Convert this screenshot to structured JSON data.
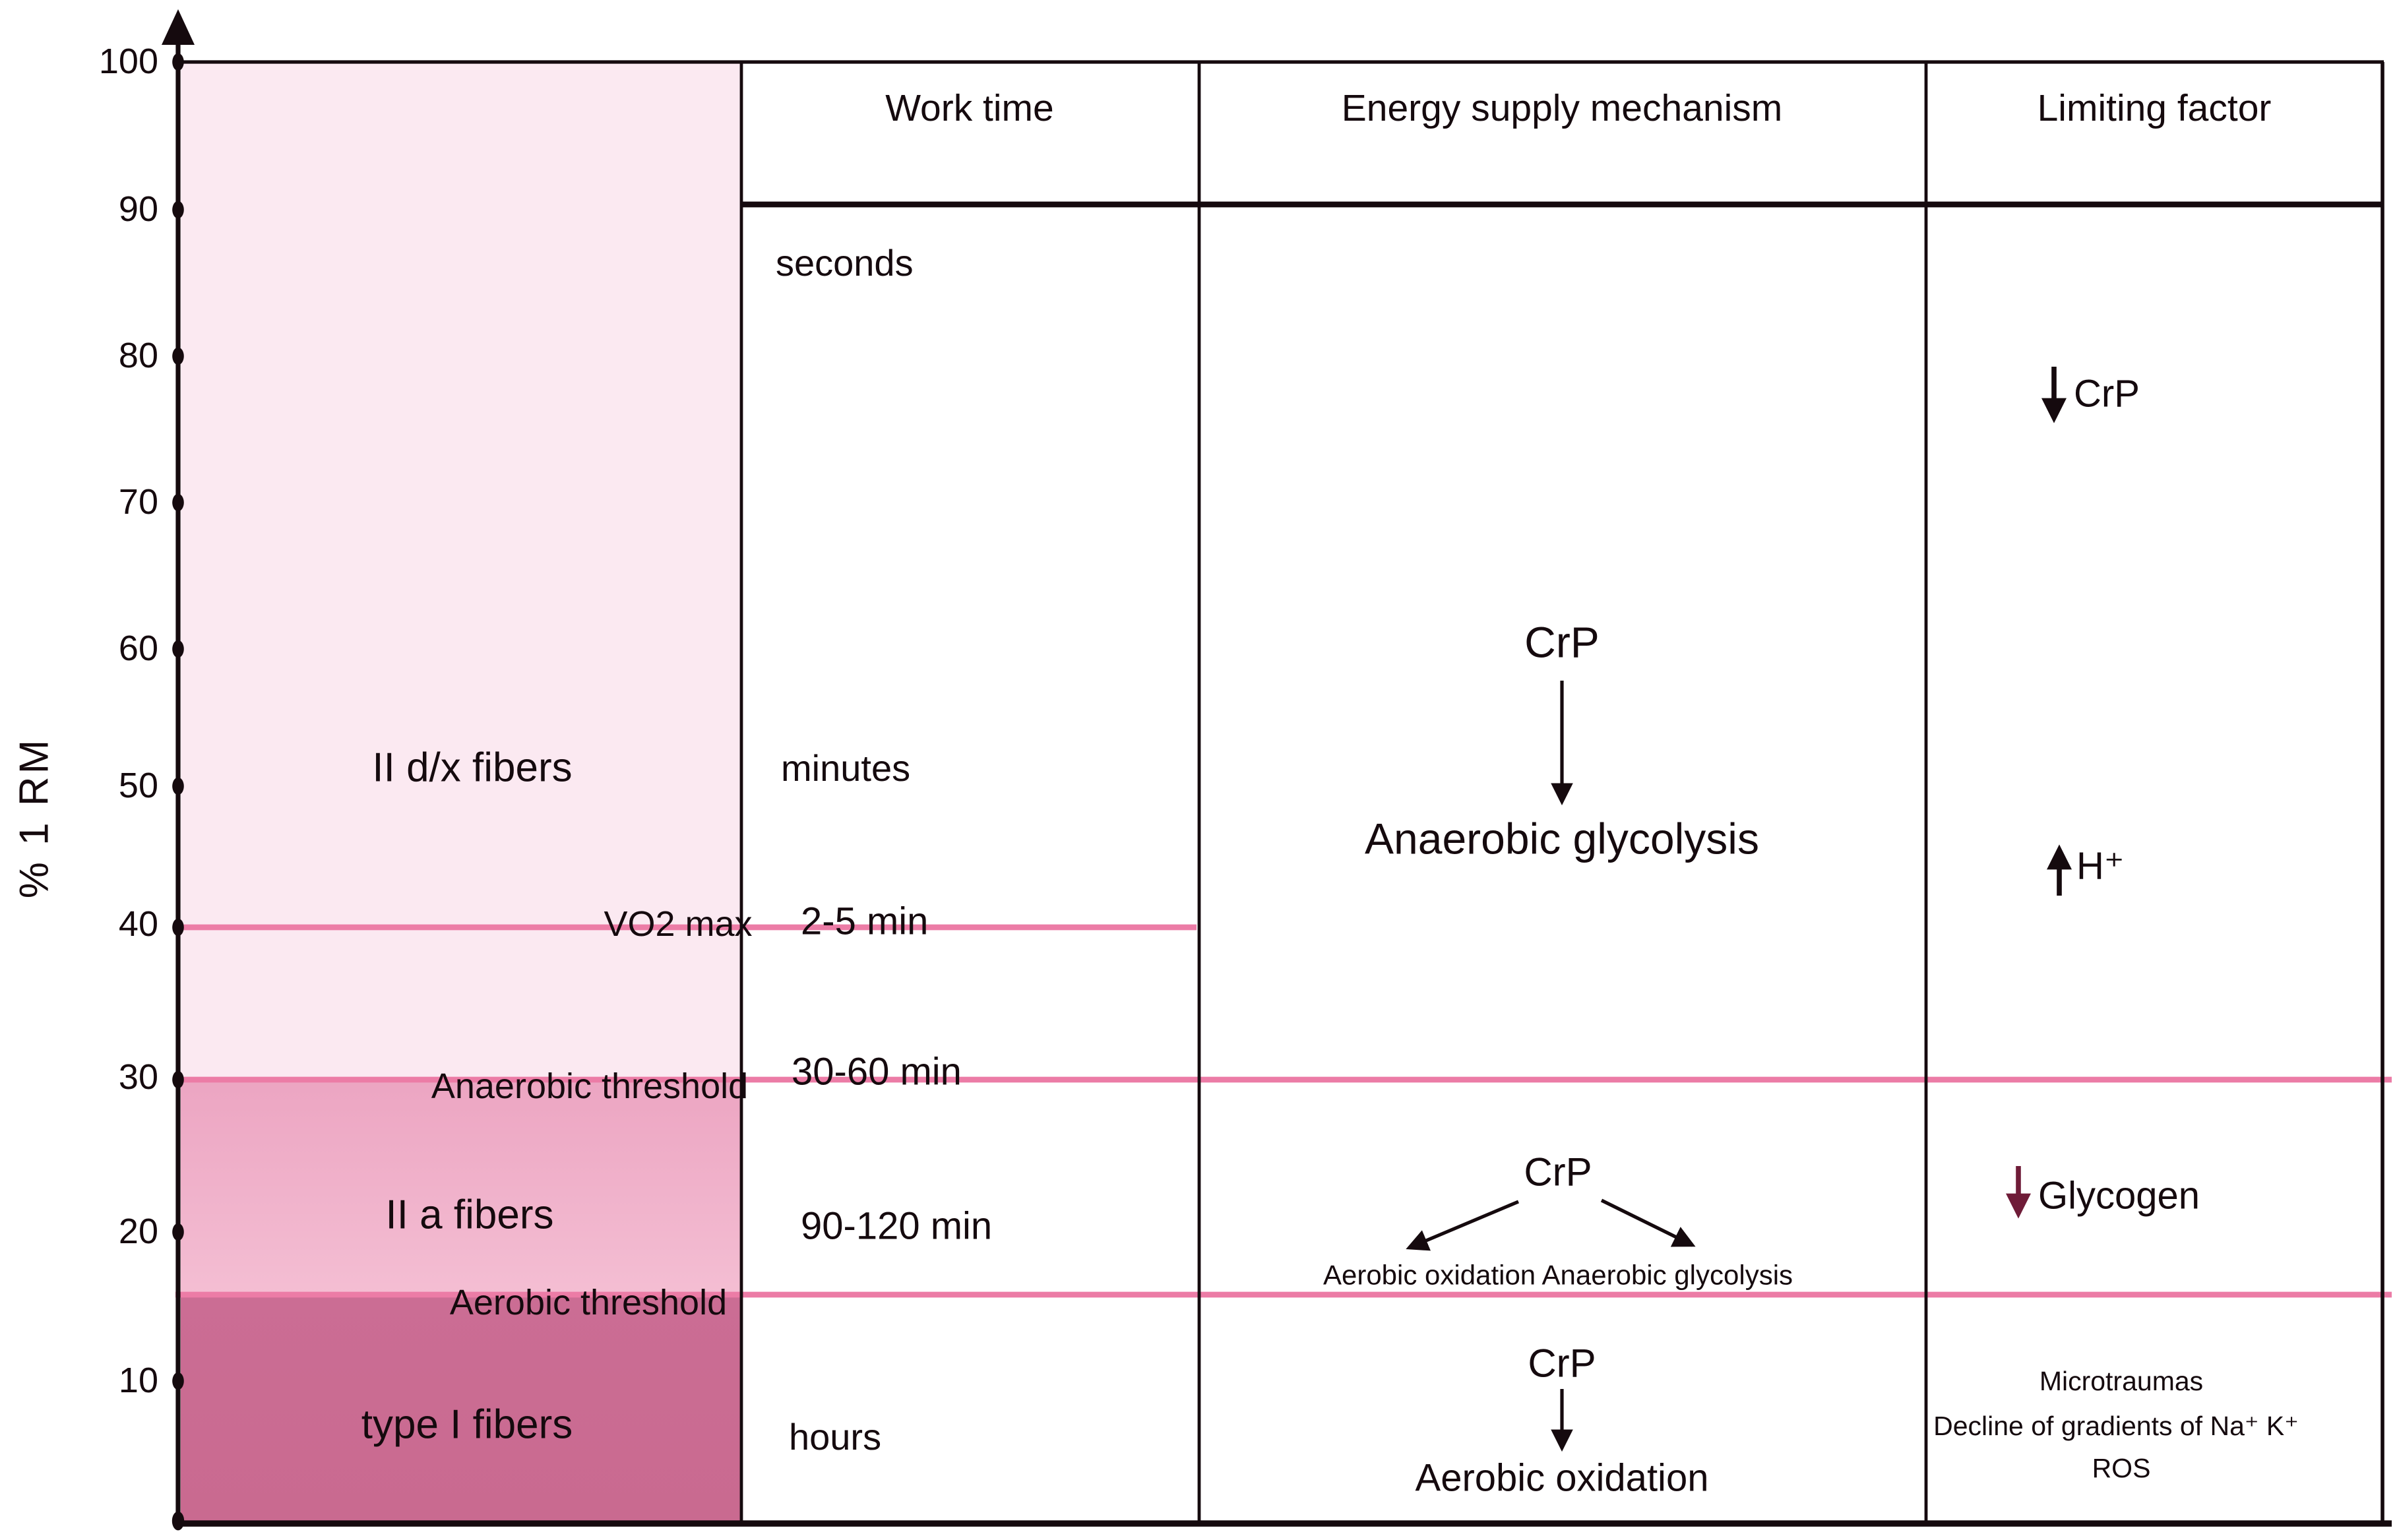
{
  "y_axis": {
    "label": "% 1 RM",
    "ticks": [
      "100",
      "90",
      "80",
      "70",
      "60",
      "50",
      "40",
      "30",
      "20",
      "10"
    ]
  },
  "columns": {
    "work_time": "Work time",
    "energy": "Energy supply mechanism",
    "limiting": "Limiting factor"
  },
  "fiber_zones": [
    {
      "label": "II d/x fibers",
      "range_pct": "30-100",
      "color": "#fbe9f1"
    },
    {
      "label": "II a fibers",
      "range_pct": "15-30",
      "color": "#f0b0ca"
    },
    {
      "label": "type I fibers",
      "range_pct": "0-15",
      "color": "#cb6d94"
    }
  ],
  "threshold_lines": [
    {
      "label": "VO2 max",
      "pct": 40
    },
    {
      "label": "Anaerobic threshold",
      "pct": 30
    },
    {
      "label": "Aerobic threshold",
      "pct": 15
    }
  ],
  "work_time": {
    "seconds": "seconds",
    "minutes": "minutes",
    "min_2_5": "2-5 min",
    "min_30_60": "30-60 min",
    "min_90_120": "90-120 min",
    "hours": "hours"
  },
  "energy_supply": {
    "zone1": {
      "source": "CrP",
      "product": "Anaerobic glycolysis"
    },
    "zone2": {
      "source": "CrP",
      "left_product": "Aerobic oxidation",
      "right_product": "Anaerobic glycolysis",
      "combined": "Aerobic oxidation Anaerobic glycolysis"
    },
    "zone3": {
      "source": "CrP",
      "product": "Aerobic oxidation"
    }
  },
  "limiting_factors": {
    "zone1": {
      "arrow": "down",
      "text": "CrP"
    },
    "zone2": {
      "arrow": "up",
      "text": "H⁺"
    },
    "zone3": {
      "arrow": "down",
      "text": "Glycogen"
    },
    "zone4": [
      "Microtraumas",
      "Decline of gradients of Na⁺ K⁺",
      "ROS"
    ]
  },
  "colors": {
    "threshold_line": "#ec7ca6",
    "zone_iidx": "#fbe9f1",
    "zone_iia_top": "#eca5c2",
    "zone_iia_bottom": "#f4bed3",
    "zone_typei": "#cb6d94",
    "glycogen_arrow": "#6f1c38",
    "ink": "#150a0e"
  }
}
